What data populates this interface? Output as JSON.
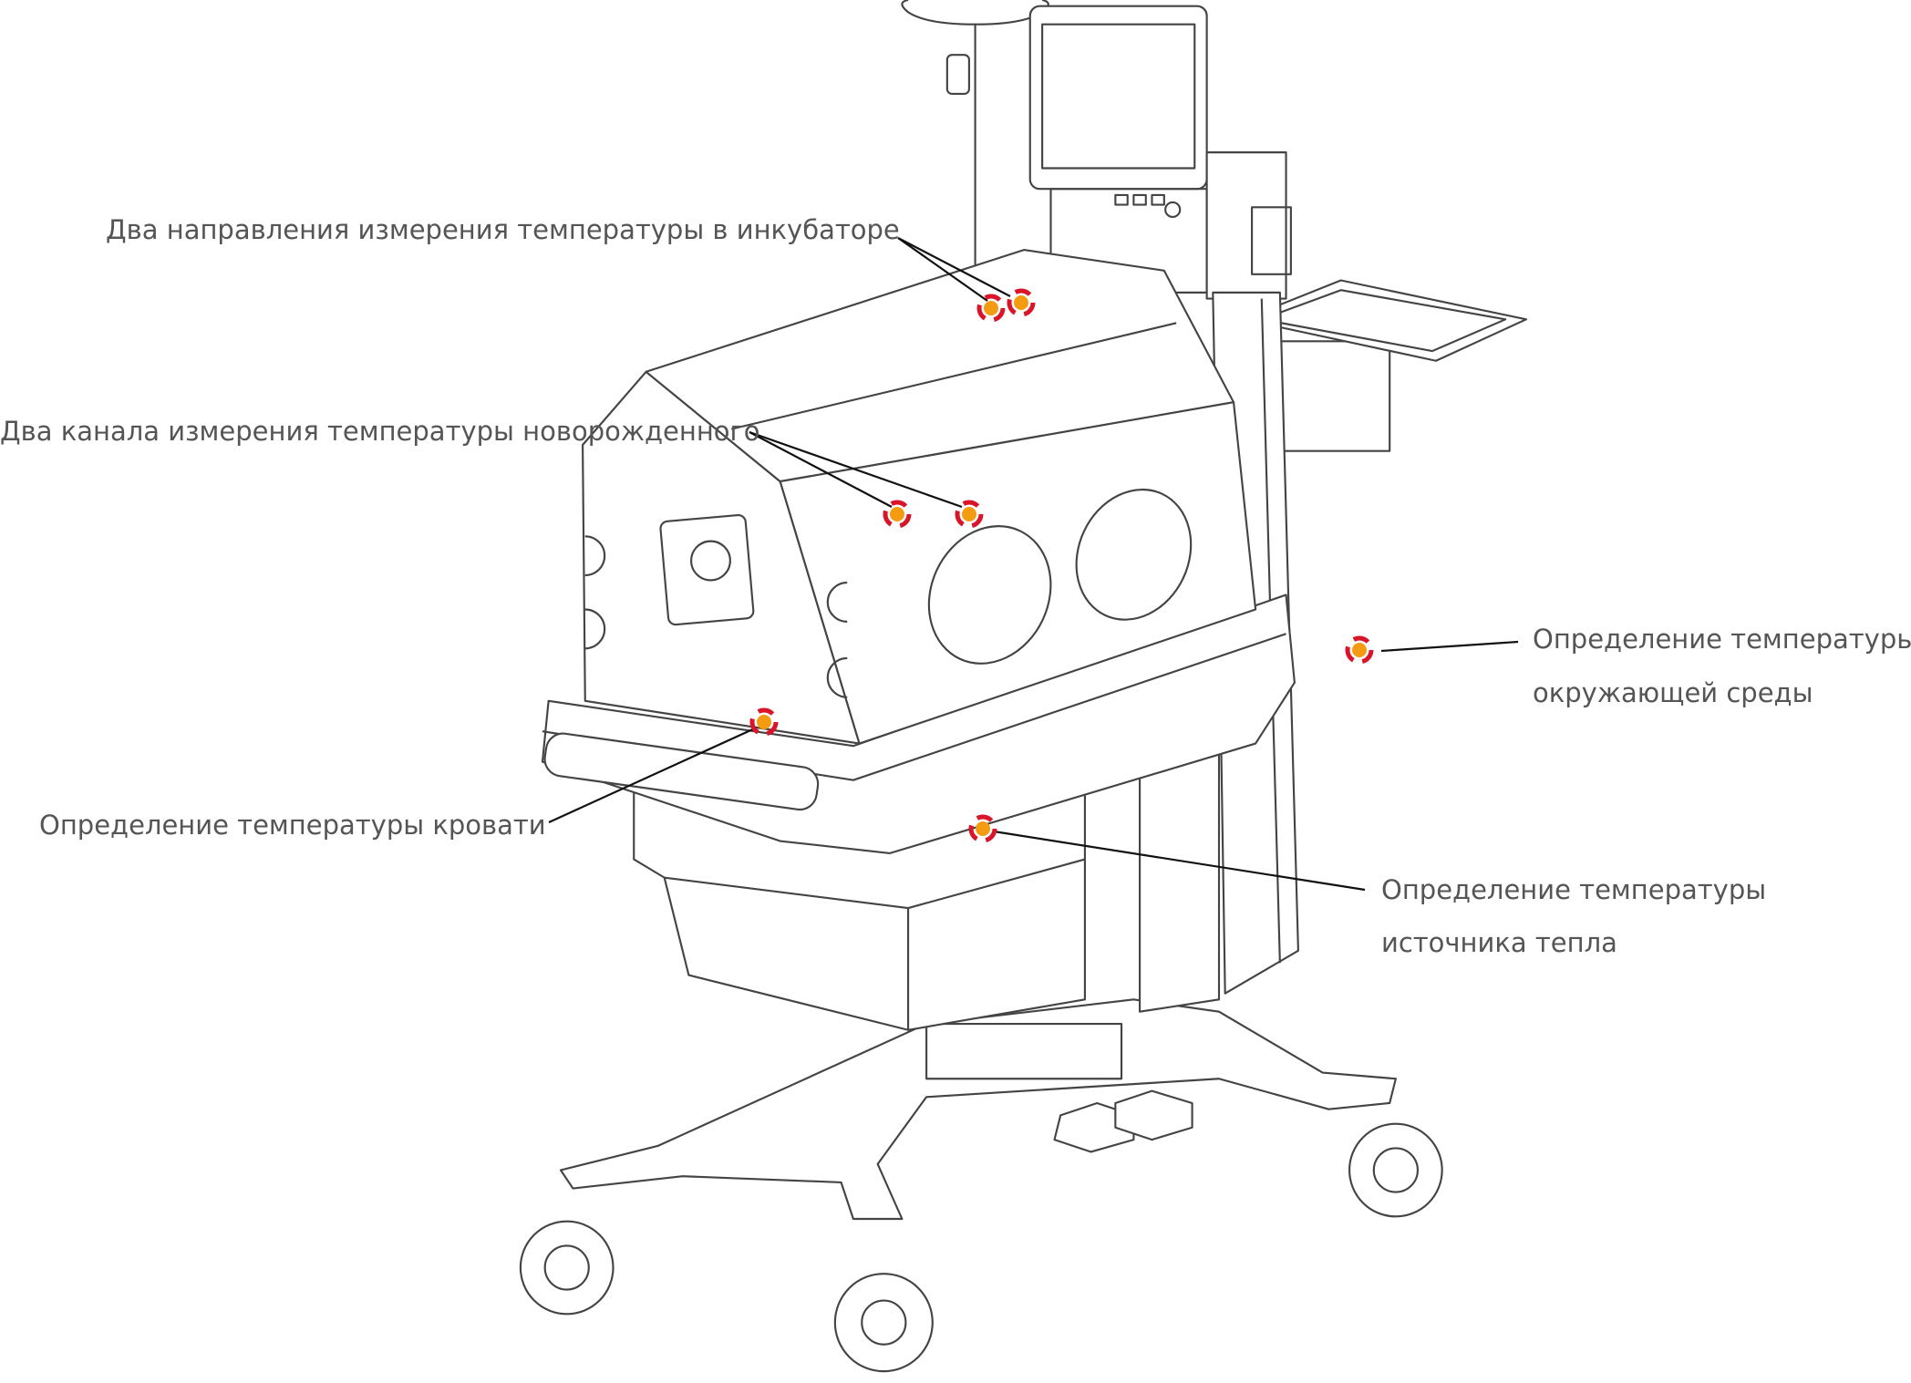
{
  "labels": {
    "incubator_air": "Два направления измерения температуры в инкубаторе",
    "infant_skin": "Два канала измерения температуры новорожденного",
    "ambient_line1": "Определение температуры",
    "ambient_line2": "окружающей среды",
    "mattress": "Определение температуры кровати",
    "heater_line1": "Определение температуры",
    "heater_line2": "источника тепла"
  },
  "colors": {
    "sensor_dot": "#f39c12",
    "sensor_ring": "#d9152a",
    "text": "#555555"
  },
  "icons": {
    "sensor": "temperature-sensor-icon"
  }
}
